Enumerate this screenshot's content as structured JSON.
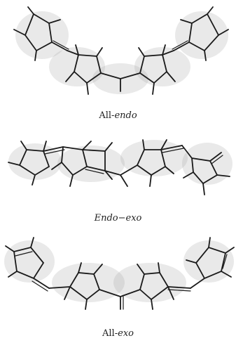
{
  "panels": [
    {
      "id": "all-endo",
      "caption": {
        "prefix": "All-",
        "italic": "endo",
        "suffix": ""
      }
    },
    {
      "id": "endo-exo",
      "caption": {
        "prefix": "",
        "italic": "Endo−exo",
        "suffix": ""
      }
    },
    {
      "id": "all-exo",
      "caption": {
        "prefix": "All-",
        "italic": "exo",
        "suffix": ""
      }
    }
  ],
  "colors": {
    "ink": "#1a1a1a",
    "stipple": "#9a9a9a"
  }
}
